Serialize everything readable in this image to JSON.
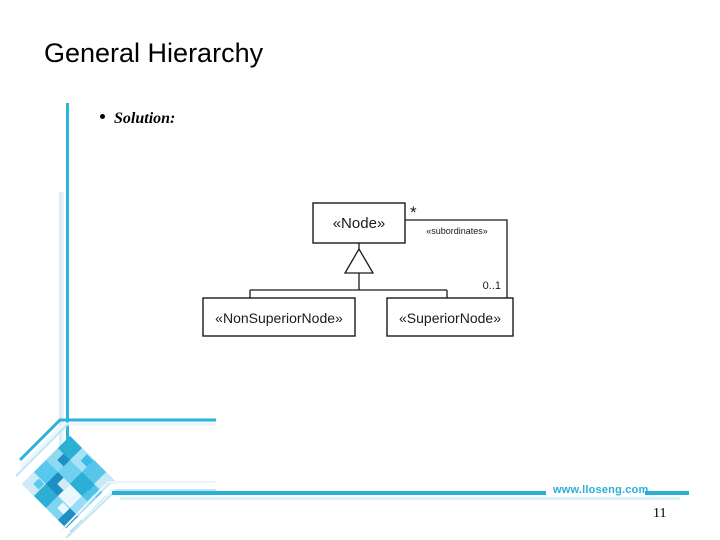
{
  "slide": {
    "title": "General Hierarchy",
    "page_number": "11",
    "accent_color": "#2BAFD4",
    "pale_accent_color": "#D9EEF6"
  },
  "body": {
    "bullet": {
      "marker": "bullet-dot",
      "text": "Solution:"
    }
  },
  "diagram": {
    "type": "uml-class-diagram",
    "classes": [
      {
        "id": "node",
        "name": "«Node»"
      },
      {
        "id": "non-superior-node",
        "name": "«NonSuperiorNode»"
      },
      {
        "id": "superior-node",
        "name": "«SuperiorNode»"
      }
    ],
    "relationships": [
      {
        "kind": "generalization",
        "from": "non-superior-node",
        "to": "node"
      },
      {
        "kind": "generalization",
        "from": "superior-node",
        "to": "node"
      },
      {
        "kind": "association",
        "from": "node",
        "to": "superior-node",
        "role_label": "«subordinates»",
        "source_multiplicity": "*",
        "target_multiplicity": "0..1"
      }
    ],
    "labels": {
      "node": "«Node»",
      "non_superior_node": "«NonSuperiorNode»",
      "superior_node": "«SuperiorNode»",
      "subordinates": "«subordinates»",
      "multiplicity_star": "*",
      "multiplicity_zero_one": "0..1"
    }
  },
  "footer": {
    "url": "www.lloseng.com"
  }
}
